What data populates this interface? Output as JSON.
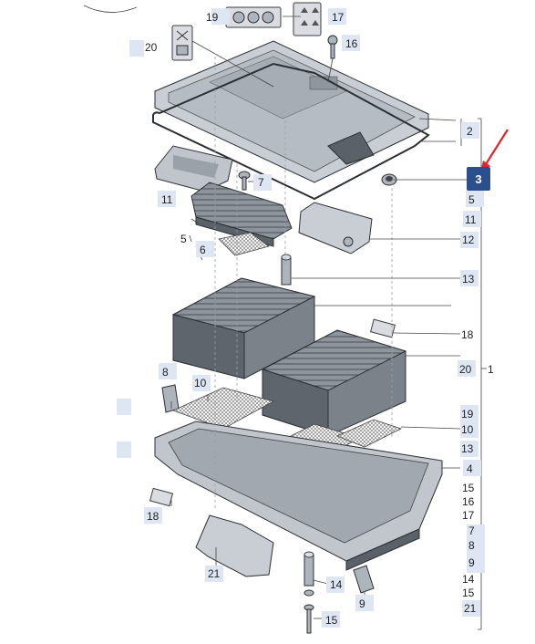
{
  "accent": "#2b4f8c",
  "arrow_color": "#e0262a",
  "highlight_label": "3",
  "callouts": [
    {
      "id": "c19",
      "text": "19"
    },
    {
      "id": "c17",
      "text": "17"
    },
    {
      "id": "c16",
      "text": "16"
    },
    {
      "id": "c20a",
      "text": "20"
    },
    {
      "id": "c2",
      "text": "2"
    },
    {
      "id": "c11a",
      "text": "11"
    },
    {
      "id": "c7",
      "text": "7"
    },
    {
      "id": "c5a",
      "text": "5"
    },
    {
      "id": "c6",
      "text": "6"
    },
    {
      "id": "c12",
      "text": "12"
    },
    {
      "id": "c13a",
      "text": "13"
    },
    {
      "id": "c18a",
      "text": "18"
    },
    {
      "id": "c8a",
      "text": "8"
    },
    {
      "id": "c10a",
      "text": "10"
    },
    {
      "id": "c20b",
      "text": "20"
    },
    {
      "id": "c1",
      "text": "1"
    },
    {
      "id": "c19b",
      "text": "19"
    },
    {
      "id": "c10b",
      "text": "10"
    },
    {
      "id": "c13b",
      "text": "13"
    },
    {
      "id": "c4",
      "text": "4"
    },
    {
      "id": "c15a",
      "text": "15"
    },
    {
      "id": "c16b",
      "text": "16"
    },
    {
      "id": "c17b",
      "text": "17"
    },
    {
      "id": "c18b",
      "text": "18"
    },
    {
      "id": "c7b",
      "text": "7"
    },
    {
      "id": "c8b",
      "text": "8"
    },
    {
      "id": "c9a",
      "text": "9"
    },
    {
      "id": "c14a",
      "text": "14"
    },
    {
      "id": "c15b",
      "text": "15"
    },
    {
      "id": "c21a",
      "text": "21"
    },
    {
      "id": "c21b",
      "text": "21"
    },
    {
      "id": "c14b",
      "text": "14"
    },
    {
      "id": "c9b",
      "text": "9"
    },
    {
      "id": "c15c",
      "text": "15"
    },
    {
      "id": "c5b",
      "text": "5"
    },
    {
      "id": "c11b",
      "text": "11"
    }
  ]
}
